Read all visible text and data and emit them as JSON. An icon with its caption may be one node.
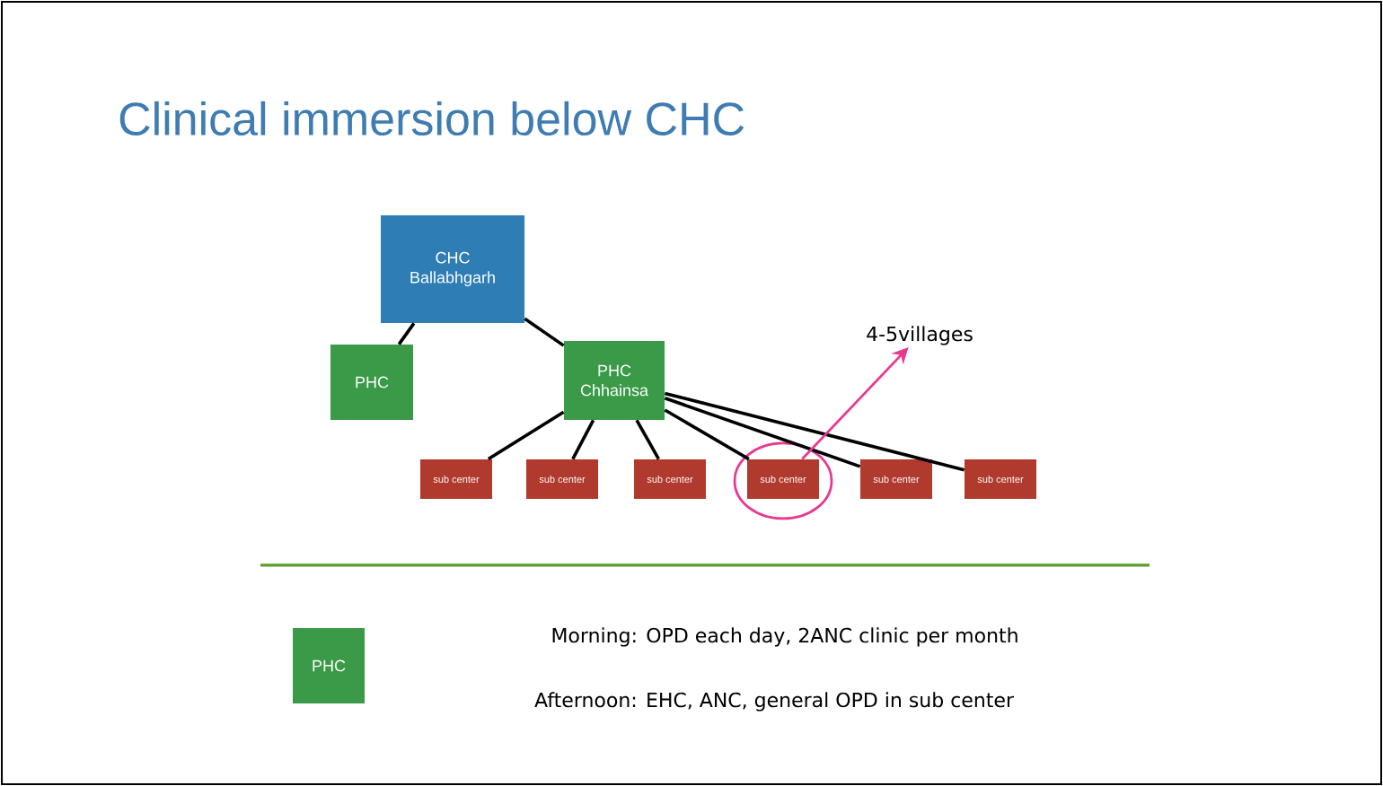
{
  "diagram": {
    "title": "Clinical immersion below CHC",
    "nodes": [
      {
        "text": [
          "CHC",
          "Ballabhgarh"
        ]
      },
      {
        "text": [
          "PHC"
        ]
      },
      {
        "text": [
          "PHC",
          "Chhainsa"
        ]
      },
      {
        "text": [
          "sub center"
        ]
      },
      {
        "text": [
          "sub center"
        ]
      },
      {
        "text": [
          "sub center"
        ]
      },
      {
        "text": [
          "sub center"
        ]
      },
      {
        "text": [
          "sub center"
        ]
      },
      {
        "text": [
          "sub center"
        ]
      },
      {
        "text": [
          "4-5villages"
        ]
      },
      {
        "text": [
          "PHC"
        ]
      }
    ],
    "edges": [
      {
        "from": 0,
        "to": 1,
        "arrow": "none"
      },
      {
        "from": 0,
        "to": 2,
        "arrow": "none"
      },
      {
        "from": 2,
        "to": 3,
        "arrow": "none"
      },
      {
        "from": 2,
        "to": 4,
        "arrow": "none"
      },
      {
        "from": 2,
        "to": 5,
        "arrow": "none"
      },
      {
        "from": 2,
        "to": 6,
        "arrow": "none"
      },
      {
        "from": 2,
        "to": 7,
        "arrow": "none"
      },
      {
        "from": 2,
        "to": 8,
        "arrow": "none"
      },
      {
        "from": 6,
        "to": 9,
        "arrow": "to",
        "color": "#e8388f"
      }
    ],
    "labels": [
      "Morning: OPD each day, 2ANC clinic per month",
      "Afternoon: EHC, ANC, general OPD in sub center"
    ]
  }
}
